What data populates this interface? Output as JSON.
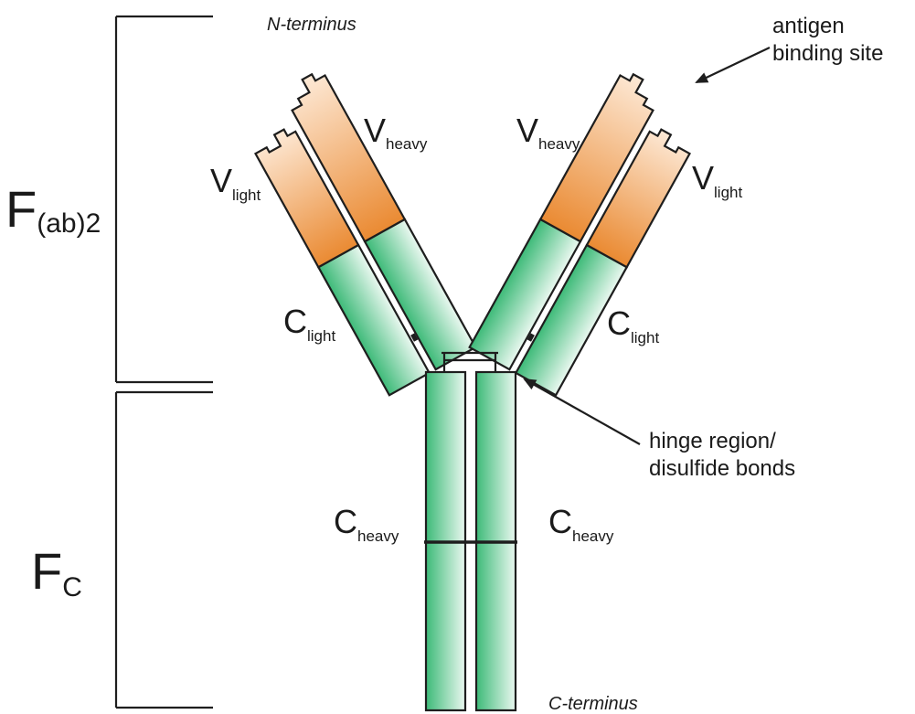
{
  "labels": {
    "fab2_main": "F",
    "fab2_sub": "(ab)2",
    "fc_main": "F",
    "fc_sub": "C",
    "n_terminus": "N-terminus",
    "c_terminus": "C-terminus",
    "antigen_line1": "antigen",
    "antigen_line2": "binding site",
    "hinge_line1": "hinge region/",
    "hinge_line2": "disulfide bonds",
    "domain_letter_v": "V",
    "domain_letter_c": "C",
    "light_sub": "light",
    "heavy_sub": "heavy"
  },
  "colors": {
    "variable_orange": "#ea8a32",
    "variable_pale": "#fbe3cd",
    "constant_green": "#3dba78",
    "constant_pale": "#eaf8f0",
    "outline": "#1e1e1e"
  }
}
